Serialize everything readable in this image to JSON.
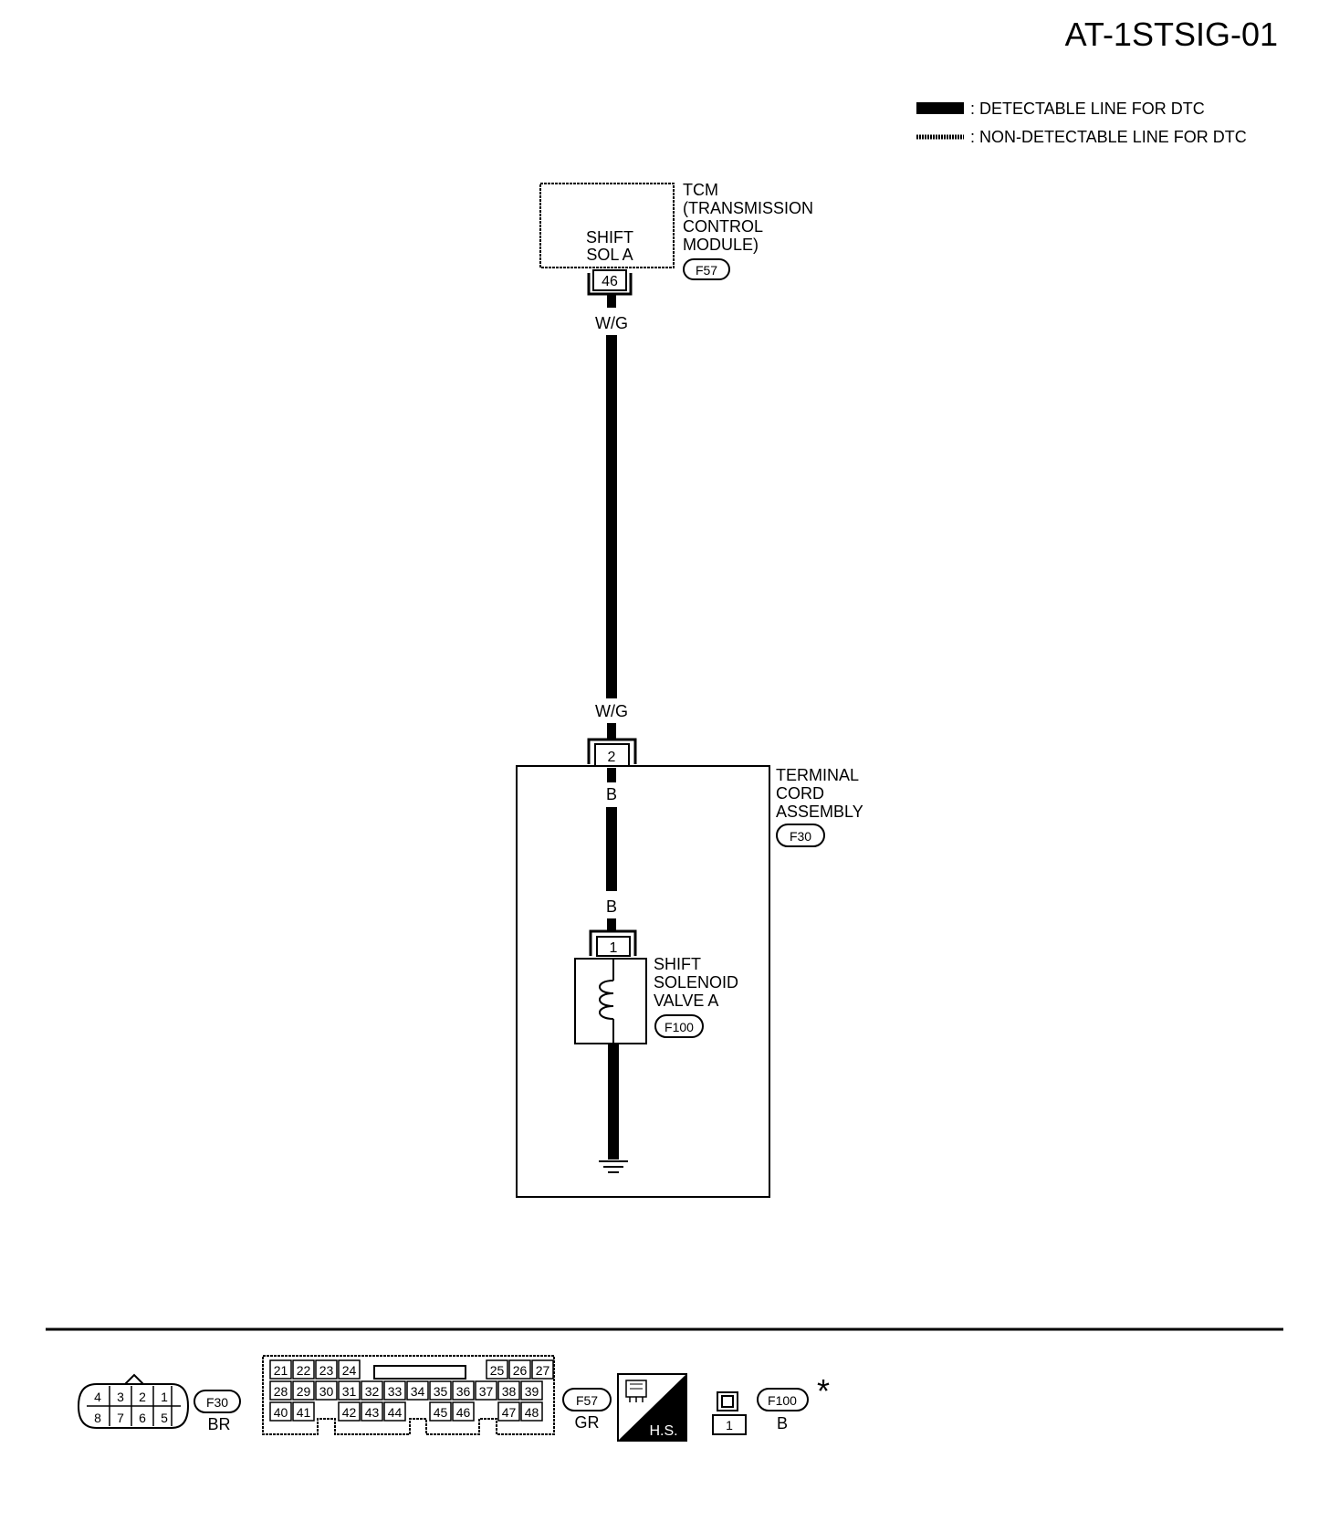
{
  "diagram_id": "AT-1STSIG-01",
  "legend": {
    "detectable": ": DETECTABLE LINE FOR DTC",
    "non_detectable": ": NON-DETECTABLE LINE FOR DTC"
  },
  "tcm": {
    "name_lines": [
      "TCM",
      "(TRANSMISSION",
      "CONTROL",
      "MODULE)"
    ],
    "terminal_label_lines": [
      "SHIFT",
      "SOL A"
    ],
    "terminal_pin": "46",
    "connector": "F57"
  },
  "wire": {
    "color_top": "W/G",
    "color_bottom": "W/G"
  },
  "terminal_cord": {
    "name_lines": [
      "TERMINAL",
      "CORD",
      "ASSEMBLY"
    ],
    "connector": "F30",
    "pin": "2",
    "inner_wire_top": "B",
    "inner_wire_bottom": "B"
  },
  "solenoid": {
    "name_lines": [
      "SHIFT",
      "SOLENOID",
      "VALVE A"
    ],
    "connector": "F100",
    "pin": "1"
  },
  "connector_views": {
    "f30": {
      "id": "F30",
      "color": "BR",
      "top_pins": [
        "4",
        "3",
        "2",
        "1"
      ],
      "bottom_pins": [
        "8",
        "7",
        "6",
        "5"
      ]
    },
    "f57": {
      "id": "F57",
      "color": "GR",
      "row1": [
        "21",
        "22",
        "23",
        "24",
        "25",
        "26",
        "27"
      ],
      "row2": [
        "28",
        "29",
        "30",
        "31",
        "32",
        "33",
        "34",
        "35",
        "36",
        "37",
        "38",
        "39"
      ],
      "row3": [
        "40",
        "41",
        "42",
        "43",
        "44",
        "45",
        "46",
        "47",
        "48"
      ],
      "hs_label": "H.S."
    },
    "f100": {
      "id": "F100",
      "color": "B",
      "pin": "1",
      "asterisk": "*"
    }
  }
}
